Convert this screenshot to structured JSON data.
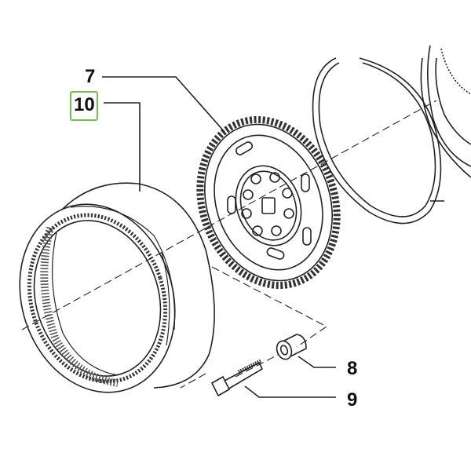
{
  "diagram": {
    "callouts": [
      {
        "id": "7",
        "label": "7"
      },
      {
        "id": "10",
        "label": "10"
      },
      {
        "id": "8",
        "label": "8"
      },
      {
        "id": "9",
        "label": "9"
      }
    ],
    "highlighted_callout": "10",
    "colors": {
      "line": "#222222",
      "highlight": "#6cc24a",
      "background": "#ffffff"
    },
    "parts": [
      {
        "callout": "10",
        "icon": "ring-gear-icon"
      },
      {
        "callout": "7",
        "icon": "gear-carrier-plate-icon"
      },
      {
        "callout": "8",
        "icon": "bushing-icon"
      },
      {
        "callout": "9",
        "icon": "bolt-icon"
      }
    ]
  }
}
